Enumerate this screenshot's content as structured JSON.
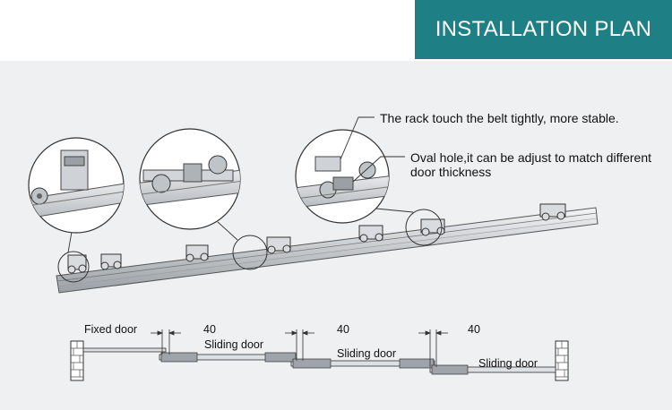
{
  "header": {
    "title": "INSTALLATION PLAN"
  },
  "callouts": {
    "rack_belt": "The rack touch the belt tightly, more stable.",
    "oval_hole": "Oval hole,it can be adjust to match different door thickness"
  },
  "plan": {
    "fixed_door": "Fixed door",
    "sliding_door_1": "Sliding door",
    "sliding_door_2": "Sliding door",
    "sliding_door_3": "Sliding door",
    "gap_1": "40",
    "gap_2": "40",
    "gap_3": "40"
  },
  "colors": {
    "header_bg": "#1e8084",
    "panel_bg": "#eef0f2",
    "rail": "#c8ccd0",
    "line": "#444444"
  },
  "icons": [
    "roller-icon",
    "wall-hatch-icon",
    "magnifier-callout-icon"
  ]
}
